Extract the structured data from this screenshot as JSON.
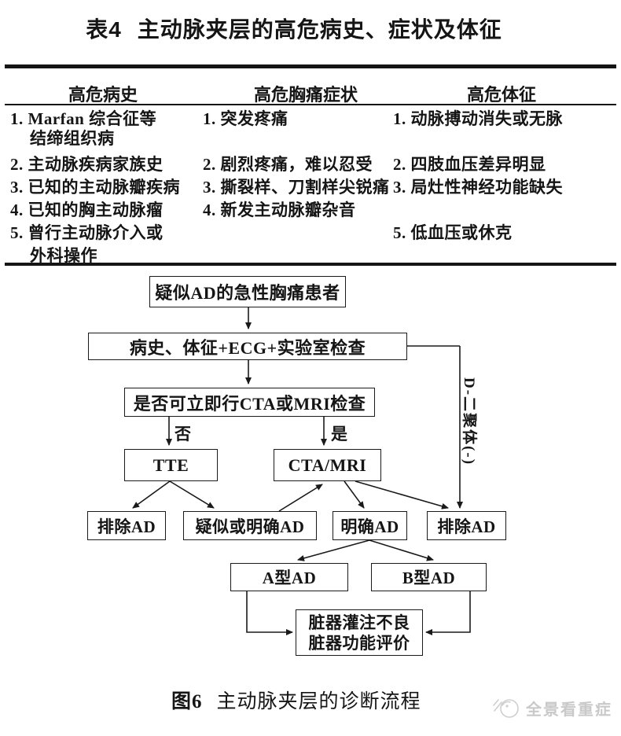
{
  "table": {
    "title_label": "表4",
    "title": "主动脉夹层的高危病史、症状及体征",
    "headers": [
      "高危病史",
      "高危胸痛症状",
      "高危体征"
    ],
    "history": [
      "1. Marfan 综合征等",
      "结缔组织病",
      "2. 主动脉疾病家族史",
      "3. 已知的主动脉瓣疾病",
      "4. 已知的胸主动脉瘤",
      "5. 曾行主动脉介入或",
      "外科操作"
    ],
    "symptoms": [
      "1. 突发疼痛",
      "2. 剧烈疼痛，难以忍受",
      "3. 撕裂样、刀割样尖锐痛",
      "4. 新发主动脉瓣杂音"
    ],
    "signs": [
      "1. 动脉搏动消失或无脉",
      "2. 四肢血压差异明显",
      "3. 局灶性神经功能缺失",
      "5. 低血压或休克"
    ]
  },
  "flowchart": {
    "nodes": {
      "suspected_patient": "疑似AD的急性胸痛患者",
      "workup": "病史、体征+ECG+实验室检查",
      "question": "是否可立即行CTA或MRI检查",
      "tte": "TTE",
      "cta_mri": "CTA/MRI",
      "exclude_ad_left": "排除AD",
      "suspected_or_confirmed": "疑似或明确AD",
      "confirmed": "明确AD",
      "exclude_ad_right": "排除AD",
      "type_a": "A型AD",
      "type_b": "B型AD",
      "organ_line1": "脏器灌注不良",
      "organ_line2": "脏器功能评价"
    },
    "labels": {
      "no": "否",
      "yes": "是",
      "d_dimer": "D-二聚体(-)"
    }
  },
  "caption": {
    "label": "图6",
    "text": "主动脉夹层的诊断流程"
  },
  "watermark": {
    "text": "全景看重症"
  },
  "colors": {
    "ink": "#151515",
    "background": "#ffffff",
    "watermark": "#c9c9c9"
  }
}
